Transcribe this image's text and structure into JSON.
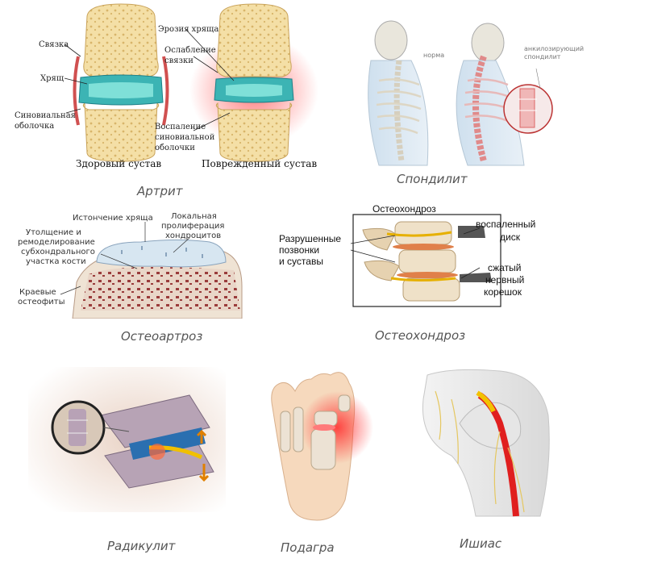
{
  "arthritis": {
    "caption": "Артрит",
    "labels": {
      "ligament": "Связка",
      "cartilage": "Хрящ",
      "synovial_1": "Синовиальная",
      "synovial_2": "оболочка",
      "erosion": "Эрозия хряща",
      "weak_1": "Ослабление",
      "weak_2": "связки",
      "inflam_1": "Воспаление",
      "inflam_2": "синовиальной",
      "inflam_3": "оболочки",
      "healthy": "Здоровый сустав",
      "damaged": "Поврежденный сустав"
    }
  },
  "spondylitis": {
    "caption": "Спондилит",
    "labels": {
      "norm": "норма",
      "ank_1": "анкилозирующий",
      "ank_2": "спондилит"
    }
  },
  "osteoarthrosis": {
    "caption": "Остеоартроз",
    "labels": {
      "thinning": "Истончение хряща",
      "local_1": "Локальная",
      "local_2": "пролиферация",
      "local_3": "хондроцитов",
      "thick_1": "Утолщение и",
      "thick_2": "ремоделирование",
      "thick_3": "субхондрального",
      "thick_4": "участка кости",
      "marg_1": "Краевые",
      "marg_2": "остеофиты"
    }
  },
  "osteochondrosis": {
    "caption": "Остеохондроз",
    "labels": {
      "title": "Остеохондроз",
      "destroyed_1": "Разрушенные",
      "destroyed_2": "позвонки",
      "destroyed_3": "и суставы",
      "disc_1": "воспаленный",
      "disc_2": "диск",
      "nerve_1": "сжатый",
      "nerve_2": "нервный",
      "nerve_3": "корешок"
    }
  },
  "radiculitis": {
    "caption": "Радикулит"
  },
  "gout": {
    "caption": "Подагра"
  },
  "sciatica": {
    "caption": "Ишиас"
  }
}
